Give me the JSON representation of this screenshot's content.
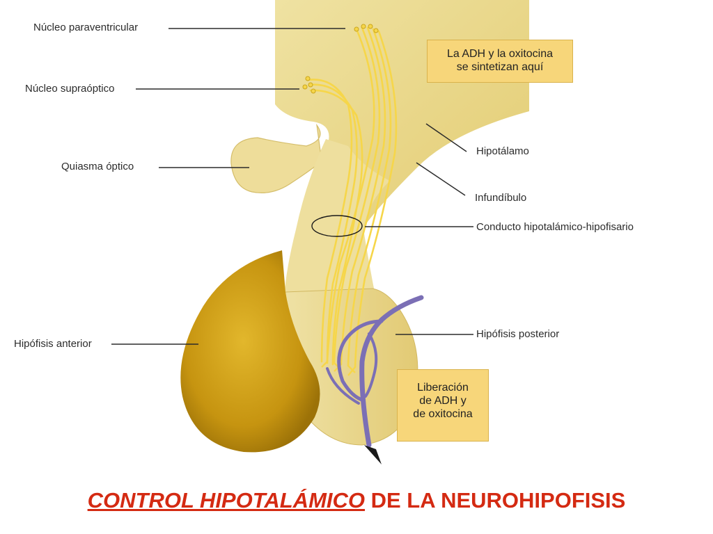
{
  "labels": {
    "paraventricular": "Núcleo paraventricular",
    "supraoptic": "Núcleo supraóptico",
    "chiasm": "Quiasma óptico",
    "anterior_pituitary": "Hipófisis anterior",
    "hypothalamus": "Hipotálamo",
    "infundibulum": "Infundíbulo",
    "tract": "Conducto hipotalámico-hipofisario",
    "posterior_pituitary": "Hipófisis posterior"
  },
  "boxes": {
    "synthesis": [
      "La ADH y la oxitocina",
      "se sintetizan aquí"
    ],
    "release": [
      "Liberación",
      "de ADH y",
      "de oxitocina"
    ]
  },
  "title": {
    "part1": "CONTROL HIPOTALÁMICO",
    "part2": " DE LA NEUROHIPOFISIS"
  },
  "colors": {
    "tissue_light": "#f3e7a8",
    "tissue_mid": "#e8d27a",
    "anterior_lobe": "#c9980f",
    "axon": "#f6d64a",
    "vessel": "#7b6fb5",
    "title": "#d42a12"
  }
}
